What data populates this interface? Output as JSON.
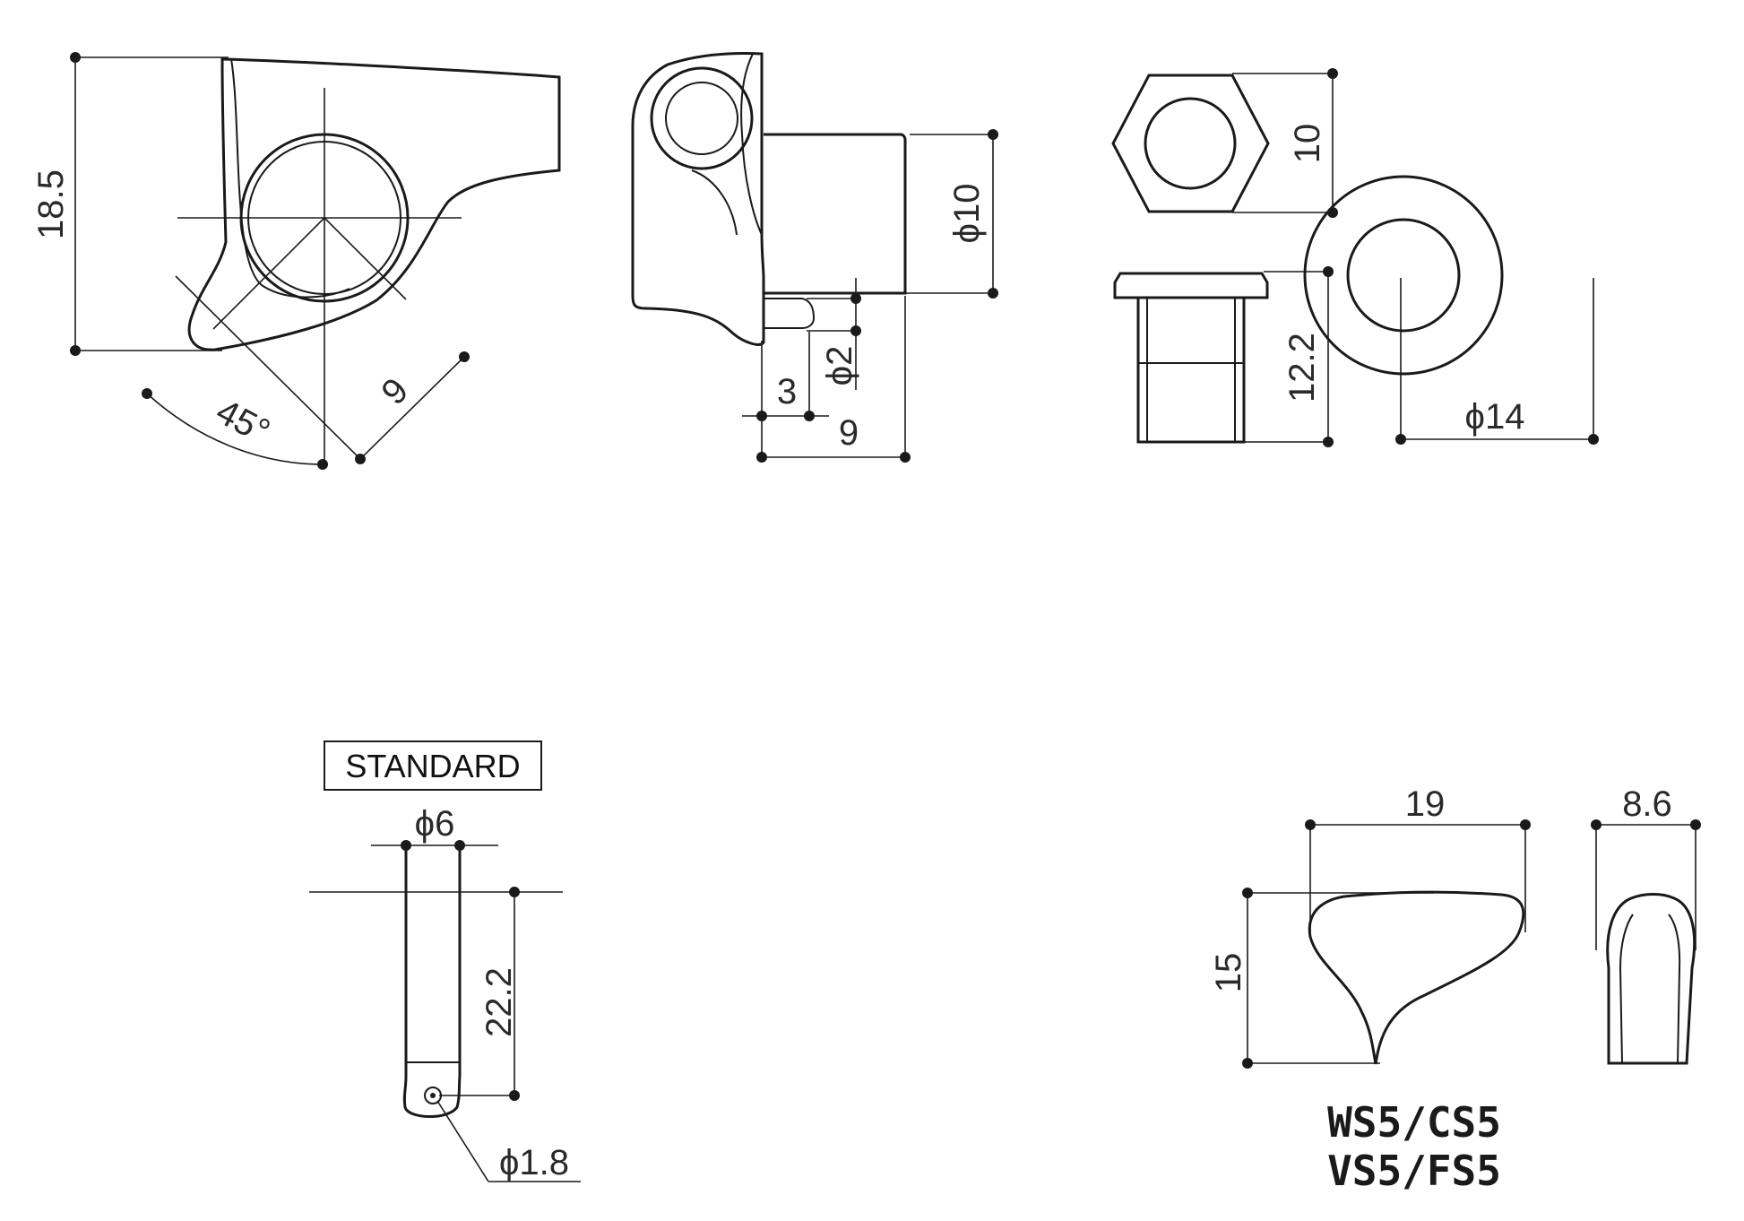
{
  "dimensions": {
    "height_18_5": "18.5",
    "angle_45": "45°",
    "radius_9": "9",
    "dia_10": "ϕ10",
    "dia_2": "ϕ2",
    "len_3": "3",
    "len_9": "9",
    "hex_10": "10",
    "nut_12_2": "12.2",
    "washer_dia_14": "ϕ14",
    "post_dia_6": "ϕ6",
    "post_len_22_2": "22.2",
    "hole_dia_1_8": "ϕ1.8",
    "knob_width_19": "19",
    "knob_height_15": "15",
    "knob_depth_8_6": "8.6"
  },
  "labels": {
    "standard_box": "STANDARD",
    "model_line_1": "WS5/CS5",
    "model_line_2": "VS5/FS5"
  }
}
